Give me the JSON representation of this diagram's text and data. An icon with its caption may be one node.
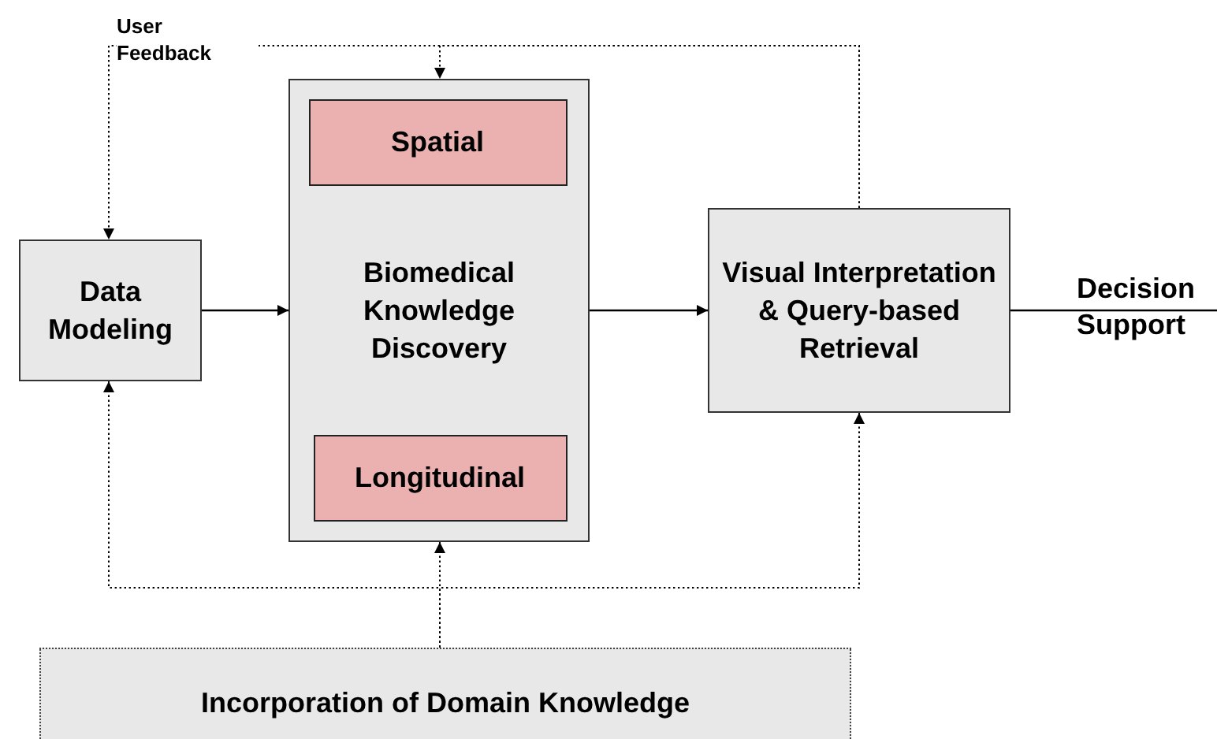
{
  "diagram": {
    "nodes": [
      {
        "text": [
          "Data Modeling"
        ]
      },
      {
        "text": [
          "Biomedical Knowledge Discovery"
        ]
      },
      {
        "text": [
          "Spatial"
        ],
        "in": 1
      },
      {
        "text": [
          "Longitudinal"
        ],
        "in": 1
      },
      {
        "text": [
          "Visual Interpretation & Query-based Retrieval"
        ]
      },
      {
        "text": [
          "Incorporation of Domain Knowledge"
        ]
      }
    ],
    "edges": [
      {
        "from": 4,
        "to": 0,
        "arrow": "to",
        "style": "dashed",
        "label": "User Feedback"
      },
      {
        "from": 4,
        "to": 1,
        "arrow": "to",
        "style": "dashed"
      },
      {
        "from": 5,
        "to": 1,
        "arrow": "to",
        "style": "dashed"
      },
      {
        "from": 5,
        "to": 0,
        "arrow": "to",
        "style": "dashed"
      },
      {
        "from": 5,
        "to": 4,
        "arrow": "to",
        "style": "dashed"
      },
      {
        "from": 0,
        "to": 1,
        "arrow": "to"
      },
      {
        "from": 1,
        "to": 4,
        "arrow": "to"
      },
      {
        "from": 4,
        "to": null,
        "arrow": "to",
        "label": "Decision Support"
      }
    ]
  }
}
